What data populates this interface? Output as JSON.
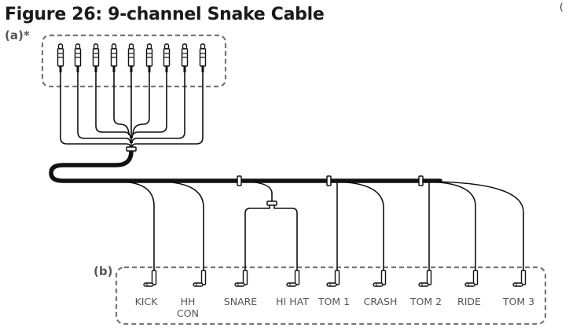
{
  "title": "Figure 26: 9-channel Snake Cable",
  "corner_mark": "(",
  "label_a": "(a)*",
  "label_b": "(b)",
  "channels": [
    {
      "label": "KICK"
    },
    {
      "label": "HH",
      "label2": "CON"
    },
    {
      "label": "SNARE"
    },
    {
      "label": "HI HAT"
    },
    {
      "label": "TOM 1"
    },
    {
      "label": "CRASH"
    },
    {
      "label": "TOM 2"
    },
    {
      "label": "RIDE"
    },
    {
      "label": "TOM 3"
    }
  ]
}
